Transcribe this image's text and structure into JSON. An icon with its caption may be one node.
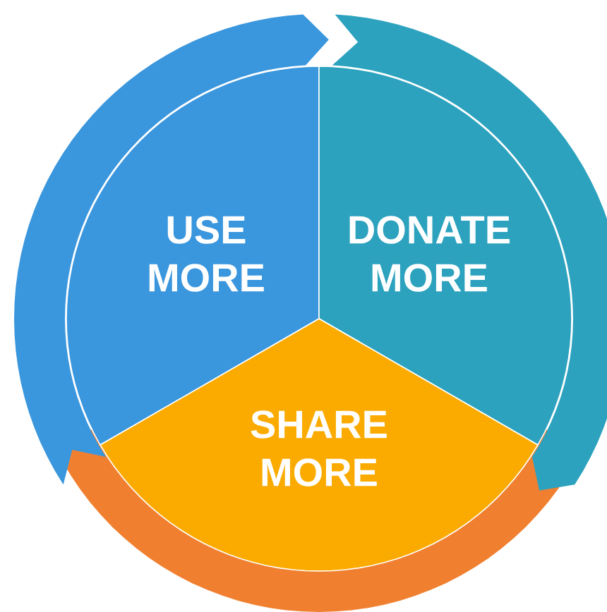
{
  "diagram": {
    "nodes": [
      {
        "text": [
          "USE MORE"
        ]
      },
      {
        "text": [
          "DONATE MORE"
        ]
      },
      {
        "text": [
          "SHARE MORE"
        ]
      }
    ]
  }
}
